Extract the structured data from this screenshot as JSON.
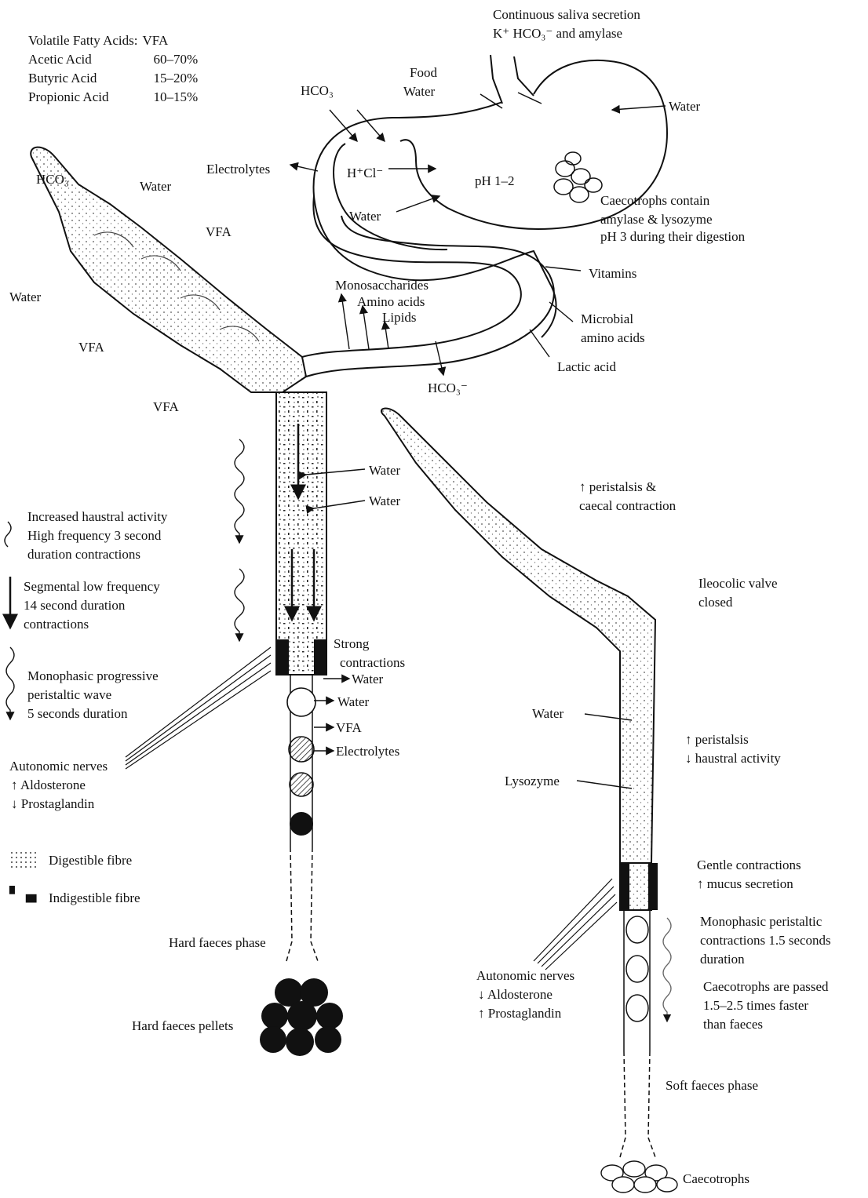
{
  "vfa_table": {
    "header_label": "Volatile Fatty Acids:",
    "header_value": "VFA",
    "rows": [
      {
        "name": "Acetic Acid",
        "value": "60–70%"
      },
      {
        "name": "Butyric Acid",
        "value": "15–20%"
      },
      {
        "name": "Propionic Acid",
        "value": "10–15%"
      }
    ]
  },
  "stomach": {
    "saliva_line1": "Continuous saliva secretion",
    "saliva_line2": "K⁺ HCO₃⁻ and amylase",
    "food": "Food",
    "water_in": "Water",
    "water_right": "Water",
    "hcl": "H⁺Cl⁻",
    "ph": "pH 1–2",
    "water_inner": "Water",
    "hco3": "HCO₃",
    "electrolytes": "Electrolytes",
    "caeco_line1": "Caecotrophs contain",
    "caeco_line2": "amylase & lysozyme",
    "caeco_line3": "pH 3 during their digestion"
  },
  "small_intestine": {
    "vitamins": "Vitamins",
    "microbial_1": "Microbial",
    "microbial_2": "amino acids",
    "lactic": "Lactic acid",
    "mono": "Monosaccharides",
    "amino": "Amino acids",
    "lipids": "Lipids",
    "hco3": "HCO₃⁻"
  },
  "caecum": {
    "hco3": "HCO₃",
    "water_top": "Water",
    "vfa_1": "VFA",
    "water_left": "Water",
    "vfa_2": "VFA",
    "vfa_3": "VFA"
  },
  "colon_left": {
    "water_1": "Water",
    "water_2": "Water",
    "strong_1": "Strong",
    "strong_2": "contractions",
    "water_3": "Water",
    "water_4": "Water",
    "vfa": "VFA",
    "electrolytes": "Electrolytes",
    "hard_phase": "Hard faeces phase",
    "hard_pellets": "Hard faeces pellets"
  },
  "motility_legend": {
    "haustral_1": "Increased haustral activity",
    "haustral_2": "High frequency 3 second",
    "haustral_3": "duration contractions",
    "segmental_1": "Segmental low frequency",
    "segmental_2": "14 second duration",
    "segmental_3": "contractions",
    "mono_1": "Monophasic progressive",
    "mono_2": "peristaltic wave",
    "mono_3": "5 seconds duration",
    "auto_1": "Autonomic nerves",
    "auto_2": "Aldosterone",
    "auto_3": "Prostaglandin",
    "digestible": "Digestible fibre",
    "indigestible": "Indigestible fibre"
  },
  "right_colon": {
    "peri_1": "peristalsis &",
    "peri_2": "caecal contraction",
    "ileo_1": "Ileocolic valve",
    "ileo_2": "closed",
    "water": "Water",
    "lysozyme": "Lysozyme",
    "peri_b1": "peristalsis",
    "peri_b2": "haustral activity",
    "gentle_1": "Gentle contractions",
    "gentle_2": "mucus secretion",
    "mono_1": "Monophasic peristaltic",
    "mono_2": "contractions 1.5 seconds",
    "mono_3": "duration",
    "pass_1": "Caecotrophs are passed",
    "pass_2": "1.5–2.5 times faster",
    "pass_3": "than faeces",
    "auto_1": "Autonomic nerves",
    "auto_2": "Aldosterone",
    "auto_3": "Prostaglandin",
    "soft_phase": "Soft faeces phase",
    "caecotrophs": "Caecotrophs"
  }
}
